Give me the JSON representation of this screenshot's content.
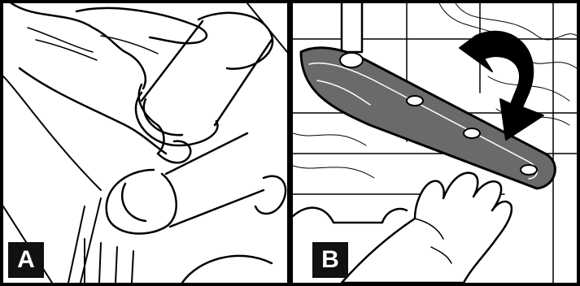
{
  "panels": [
    {
      "id": "A",
      "label": "A",
      "illustration": "hand-holding-cylindrical-filter"
    },
    {
      "id": "B",
      "label": "B",
      "illustration": "spray-arm-rotation"
    }
  ],
  "icons": {
    "rotate": "rotate-arrow-icon"
  },
  "colors": {
    "line": "#000000",
    "background": "#ffffff",
    "badge": "#111111",
    "badge_text": "#ffffff"
  }
}
